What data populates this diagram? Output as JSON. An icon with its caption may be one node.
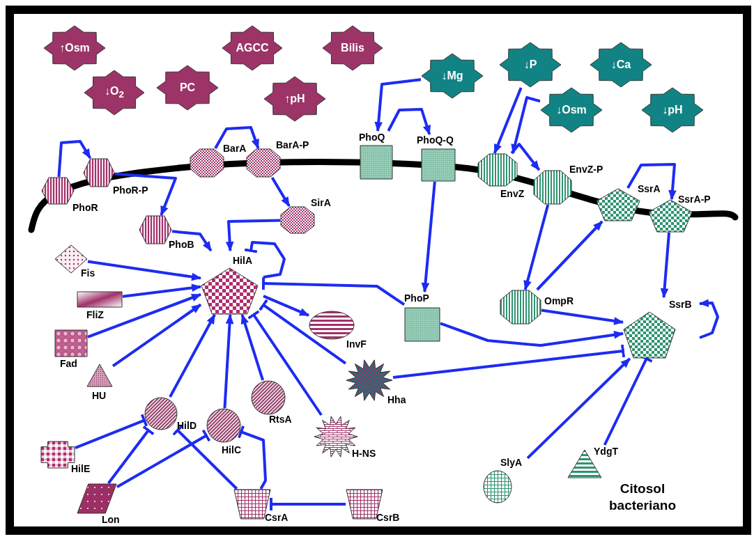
{
  "diagram": {
    "nodes": [
      {
        "text": [
          "↑Osm"
        ]
      },
      {
        "text": [
          "AGCC"
        ]
      },
      {
        "text": [
          "Bilis"
        ]
      },
      {
        "text": [
          "↓O$_{2}$"
        ]
      },
      {
        "text": [
          "PC"
        ]
      },
      {
        "text": [
          "↑pH"
        ]
      },
      {
        "text": [
          "↓Mg"
        ]
      },
      {
        "text": [
          "↓P"
        ]
      },
      {
        "text": [
          "↓Ca"
        ]
      },
      {
        "text": [
          "↓Osm"
        ]
      },
      {
        "text": [
          "↓pH"
        ]
      },
      {
        "text": [
          "PhoR"
        ]
      },
      {
        "text": [
          "PhoR-P"
        ]
      },
      {
        "text": [
          "BarA"
        ]
      },
      {
        "text": [
          "BarA-P"
        ]
      },
      {
        "text": [
          "PhoQ"
        ]
      },
      {
        "text": [
          "PhoQ-Q"
        ]
      },
      {
        "text": [
          "EnvZ"
        ]
      },
      {
        "text": [
          "EnvZ-P"
        ]
      },
      {
        "text": [
          "SsrA"
        ]
      },
      {
        "text": [
          "SsrA-P"
        ]
      },
      {
        "text": [
          "SirA"
        ]
      },
      {
        "text": [
          "PhoB"
        ]
      },
      {
        "text": [
          "HilA"
        ]
      },
      {
        "text": [
          "Fis"
        ]
      },
      {
        "text": [
          "FliZ"
        ]
      },
      {
        "text": [
          "Fad"
        ]
      },
      {
        "text": [
          "HU"
        ]
      },
      {
        "text": [
          "HilD"
        ]
      },
      {
        "text": [
          "HilC"
        ]
      },
      {
        "text": [
          "RtsA"
        ]
      },
      {
        "text": [
          "H-NS"
        ]
      },
      {
        "text": [
          "Hha"
        ]
      },
      {
        "text": [
          "InvF"
        ]
      },
      {
        "text": [
          "PhoP"
        ]
      },
      {
        "text": [
          "OmpR"
        ]
      },
      {
        "text": [
          "SsrB"
        ]
      },
      {
        "text": [
          "HilE"
        ]
      },
      {
        "text": [
          "Lon"
        ]
      },
      {
        "text": [
          "CsrA"
        ]
      },
      {
        "text": [
          "CsrB"
        ]
      },
      {
        "text": [
          "SlyA"
        ]
      },
      {
        "text": [
          "YdgT"
        ]
      }
    ],
    "edges": [
      {
        "from": 11,
        "to": 12,
        "arrow": "to"
      },
      {
        "from": 13,
        "to": 14,
        "arrow": "to"
      },
      {
        "from": 14,
        "to": 21,
        "arrow": "to"
      },
      {
        "from": 12,
        "to": 22,
        "arrow": "to"
      },
      {
        "from": 6,
        "to": 15,
        "arrow": "to"
      },
      {
        "from": 15,
        "to": 16,
        "arrow": "to"
      },
      {
        "from": 16,
        "to": 34,
        "arrow": "to"
      },
      {
        "from": 7,
        "to": 17,
        "arrow": "to"
      },
      {
        "from": 9,
        "to": 17,
        "arrow": "to"
      },
      {
        "from": 17,
        "to": 18,
        "arrow": "to"
      },
      {
        "from": 18,
        "to": 35,
        "arrow": "to"
      },
      {
        "from": 35,
        "to": 19,
        "arrow": "to"
      },
      {
        "from": 19,
        "to": 20,
        "arrow": "to"
      },
      {
        "from": 20,
        "to": 36,
        "arrow": "to"
      },
      {
        "from": 35,
        "to": 36,
        "arrow": "to"
      },
      {
        "from": 34,
        "to": 36,
        "arrow": "to"
      },
      {
        "from": 32,
        "to": 36,
        "arrow": "other"
      },
      {
        "from": 41,
        "to": 36,
        "arrow": "to"
      },
      {
        "from": 42,
        "to": 36,
        "arrow": "other"
      },
      {
        "from": 36,
        "to": 36,
        "arrow": "to"
      },
      {
        "from": 34,
        "to": 23,
        "arrow": "other"
      },
      {
        "from": 21,
        "to": 23,
        "arrow": "to"
      },
      {
        "from": 22,
        "to": 23,
        "arrow": "to"
      },
      {
        "from": 24,
        "to": 23,
        "arrow": "to"
      },
      {
        "from": 25,
        "to": 23,
        "arrow": "to"
      },
      {
        "from": 26,
        "to": 23,
        "arrow": "to"
      },
      {
        "from": 27,
        "to": 23,
        "arrow": "to"
      },
      {
        "from": 28,
        "to": 23,
        "arrow": "to"
      },
      {
        "from": 29,
        "to": 23,
        "arrow": "to"
      },
      {
        "from": 30,
        "to": 23,
        "arrow": "to"
      },
      {
        "from": 31,
        "to": 23,
        "arrow": "other"
      },
      {
        "from": 32,
        "to": 23,
        "arrow": "other"
      },
      {
        "from": 23,
        "to": 33,
        "arrow": "to"
      },
      {
        "from": 23,
        "to": 23,
        "arrow": "other"
      },
      {
        "from": 37,
        "to": 28,
        "arrow": "other"
      },
      {
        "from": 38,
        "to": 28,
        "arrow": "other"
      },
      {
        "from": 38,
        "to": 29,
        "arrow": "other"
      },
      {
        "from": 39,
        "to": 28,
        "arrow": "other"
      },
      {
        "from": 39,
        "to": 29,
        "arrow": "other"
      },
      {
        "from": 40,
        "to": 39,
        "arrow": "other"
      }
    ],
    "labels": [
      "Citosol bacteriano"
    ]
  }
}
